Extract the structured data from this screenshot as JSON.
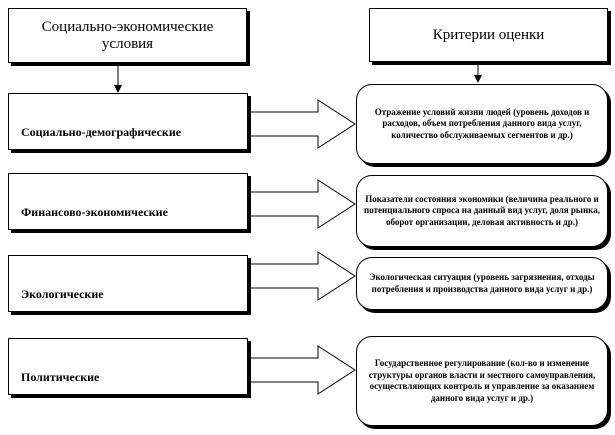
{
  "header": {
    "left": "Социально-экономические условия",
    "right": "Критерии оценки"
  },
  "rows": [
    {
      "condition": "Социально-демографические",
      "criteria": "Отражение условий жизни людей (уровень доходов и расходов, объем потребления данного вида услуг,  количество обслуживаемых сегментов и др.)"
    },
    {
      "condition": "Финансово-экономические",
      "criteria": "Показатели состояния экономики (величина реального и потенциального спроса на данный вид услуг, доля рынка, оборот организации, деловая активность  и др.)"
    },
    {
      "condition": "Экологические",
      "criteria": "Экологическая ситуация (уровень загрязнения, отходы потребления и производства данного вида услуг и др.)"
    },
    {
      "condition": "Политические",
      "criteria": "Государственное регулирование (кол-во и изменение структуры органов власти  и местного самоуправления, осуществляющих контроль и управление за оказанием данного вида услуг и др.)"
    }
  ]
}
